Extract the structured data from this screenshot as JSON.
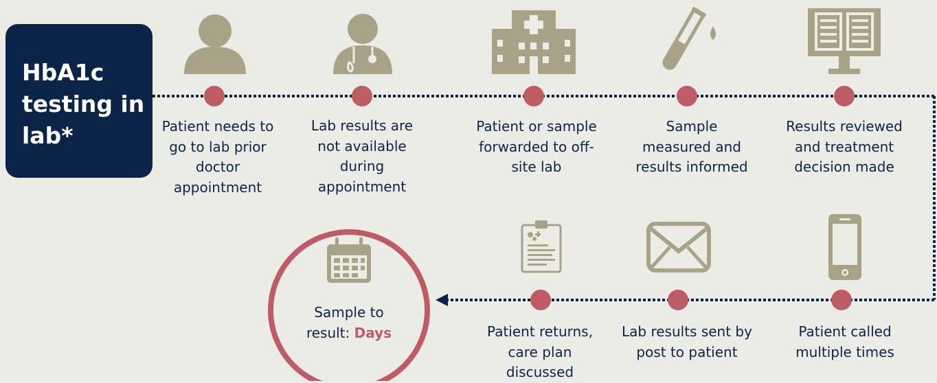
{
  "title": {
    "line1": "HbA1c",
    "line2": "testing in",
    "line3": "lab*"
  },
  "colors": {
    "background": "#ECECE6",
    "navy": "#0B2448",
    "accent": "#BE5C66",
    "icon": "#A8A286"
  },
  "top_steps": [
    {
      "icon": "person-icon",
      "lines": [
        "Patient needs to",
        "go to lab prior",
        "doctor",
        "appointment"
      ]
    },
    {
      "icon": "doctor-icon",
      "lines": [
        "Lab results are",
        "not available",
        "during",
        "appointment"
      ]
    },
    {
      "icon": "hospital-icon",
      "lines": [
        "Patient or sample",
        "forwarded to off-",
        "site lab"
      ]
    },
    {
      "icon": "test-tube-icon",
      "lines": [
        "Sample",
        "measured and",
        "results informed"
      ]
    },
    {
      "icon": "monitor-report-icon",
      "lines": [
        "Results reviewed",
        "and treatment",
        "decision made"
      ]
    }
  ],
  "bottom_steps": [
    {
      "icon": "clipboard-icon",
      "lines": [
        "Patient returns,",
        "care plan",
        "discussed"
      ]
    },
    {
      "icon": "envelope-icon",
      "lines": [
        "Lab results sent by",
        "post to patient"
      ]
    },
    {
      "icon": "smartphone-icon",
      "lines": [
        "Patient called",
        "multiple times"
      ]
    }
  ],
  "result": {
    "icon": "calendar-icon",
    "line1": "Sample to",
    "prefix": "result: ",
    "highlight": "Days"
  }
}
